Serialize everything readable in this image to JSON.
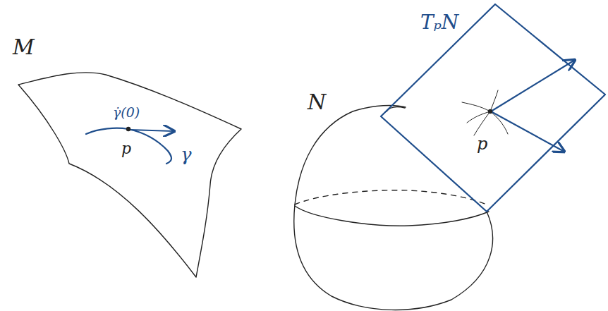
{
  "diagram": {
    "labels": [
      "M",
      "γ̇(0)",
      "p",
      "γ",
      "N",
      "TₚN",
      "p"
    ]
  }
}
